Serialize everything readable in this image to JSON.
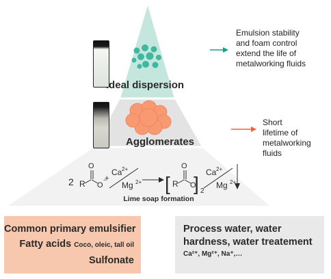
{
  "pyramid": {
    "tier1_label": "Ideal dispersion",
    "tier2_label": "Agglomerates",
    "reaction": {
      "coefficient": "2",
      "r1": "R",
      "o_top": "O",
      "o_minus": "O",
      "minus": "−",
      "plus": "+",
      "ca": "Ca",
      "ca_charge": "2+",
      "mg": "Mg",
      "mg_charge": "2+",
      "subscript": "2",
      "caption": "Lime soap formation"
    }
  },
  "notes": {
    "ideal": [
      "Emulsion stability",
      "and foam control",
      "extend the life of",
      "metalworking fluids"
    ],
    "agglomerates": [
      "Short",
      "lifetime of",
      "metalworking",
      "fluids"
    ]
  },
  "left_box": {
    "line1": "Common primary emulsifier",
    "line2_main": "Fatty acids",
    "line2_small": "Coco, oleic, tall oil",
    "line3": "Sulfonate"
  },
  "right_box": {
    "line1": "Process water, water",
    "line2": "hardness, water treatement",
    "line3": "Ca²⁺, Mg²⁺, Na⁺,…"
  },
  "colors": {
    "teal_arrow": "#1a9e84",
    "orange_arrow": "#f0623a",
    "tier1_fill": "#c5e6dd",
    "tier2_fill": "#e3e3e3",
    "tier3_fill": "#f2f2f2",
    "teal_dots": "#3fb8a1",
    "orange_blob": "#f79a72",
    "left_box": "#f7c8ad",
    "right_box": "#e9e9e9"
  }
}
